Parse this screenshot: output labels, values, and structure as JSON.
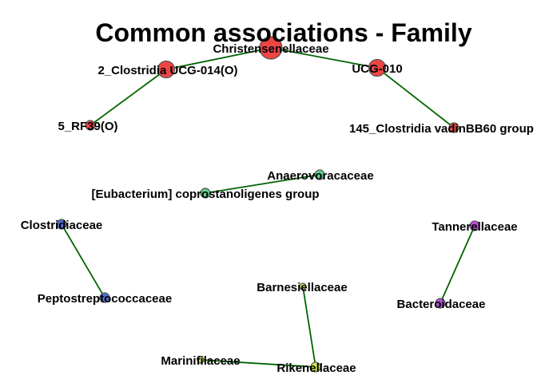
{
  "title": "Common associations - Family",
  "colors": {
    "edge": "#006400",
    "cluster_red": "#ef4545",
    "cluster_green": "#5fd08a",
    "cluster_blue": "#4f6fd0",
    "cluster_purple": "#b74fd6",
    "cluster_yellow": "#d6e84a"
  },
  "nodes": [
    {
      "id": "christensenellaceae",
      "label": "Christensenellaceae",
      "color": "cluster_red",
      "size": "large"
    },
    {
      "id": "clostridia-ucg014",
      "label": "2_Clostridia UCG-014(O)",
      "color": "cluster_red",
      "size": "medium"
    },
    {
      "id": "ucg010",
      "label": "UCG-010",
      "color": "cluster_red",
      "size": "medium"
    },
    {
      "id": "rf39",
      "label": "5_RF39(O)",
      "color": "cluster_red",
      "size": "small"
    },
    {
      "id": "vadinbb60",
      "label": "145_Clostridia vadinBB60 group",
      "color": "cluster_red",
      "size": "small"
    },
    {
      "id": "anaerovoracaceae",
      "label": "Anaerovoracaceae",
      "color": "cluster_green",
      "size": "small"
    },
    {
      "id": "eubacterium-copro",
      "label": "[Eubacterium] coprostanoligenes group",
      "color": "cluster_green",
      "size": "small"
    },
    {
      "id": "clostridiaceae",
      "label": "Clostridiaceae",
      "color": "cluster_blue",
      "size": "small"
    },
    {
      "id": "peptostreptococcaceae",
      "label": "Peptostreptococcaceae",
      "color": "cluster_blue",
      "size": "small"
    },
    {
      "id": "tannerellaceae",
      "label": "Tannerellaceae",
      "color": "cluster_purple",
      "size": "small"
    },
    {
      "id": "bacteroidaceae",
      "label": "Bacteroidaceae",
      "color": "cluster_purple",
      "size": "small"
    },
    {
      "id": "barnesiellaceae",
      "label": "Barnesiellaceae",
      "color": "cluster_yellow",
      "size": "tiny"
    },
    {
      "id": "marinifilaceae",
      "label": "Marinifilaceae",
      "color": "cluster_yellow",
      "size": "tiny"
    },
    {
      "id": "rikenellaceae",
      "label": "Rikenellaceae",
      "color": "cluster_yellow",
      "size": "small"
    }
  ],
  "edges": [
    [
      "christensenellaceae",
      "clostridia-ucg014"
    ],
    [
      "christensenellaceae",
      "ucg010"
    ],
    [
      "clostridia-ucg014",
      "rf39"
    ],
    [
      "ucg010",
      "vadinbb60"
    ],
    [
      "anaerovoracaceae",
      "eubacterium-copro"
    ],
    [
      "clostridiaceae",
      "peptostreptococcaceae"
    ],
    [
      "tannerellaceae",
      "bacteroidaceae"
    ],
    [
      "barnesiellaceae",
      "rikenellaceae"
    ],
    [
      "marinifilaceae",
      "rikenellaceae"
    ]
  ]
}
